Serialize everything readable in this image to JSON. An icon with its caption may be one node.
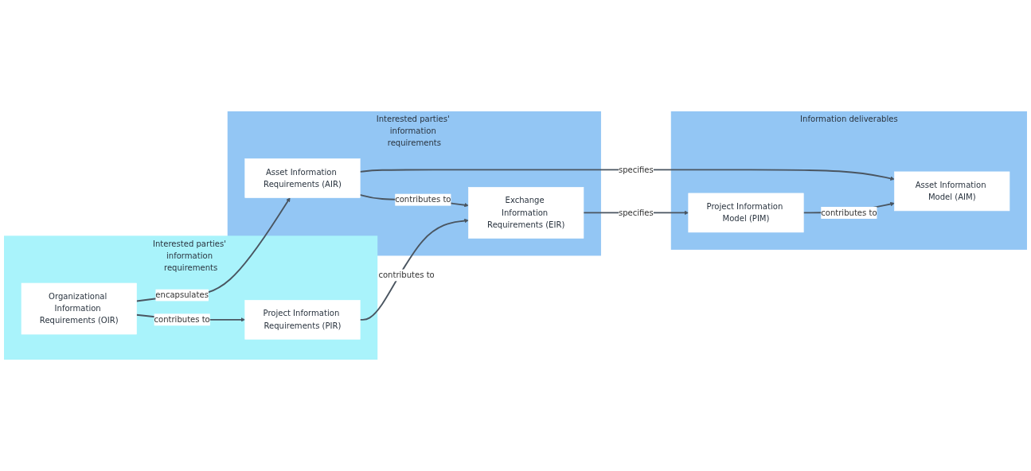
{
  "diagram": {
    "nodes": [
      {
        "text": [
          "Interested parties' information requirements"
        ]
      },
      {
        "text": [
          "Organizational Information Requirements (OIR)"
        ],
        "in": 0
      },
      {
        "text": [
          "Project Information Requirements (PIR)"
        ],
        "in": 0
      },
      {
        "text": [
          "Interested parties' information requirements"
        ]
      },
      {
        "text": [
          "Asset Information Requirements (AIR)"
        ],
        "in": 3
      },
      {
        "text": [
          "Exchange Information Requirements (EIR)"
        ],
        "in": 3
      },
      {
        "text": [
          "Information deliverables"
        ]
      },
      {
        "text": [
          "Asset Information Model (AIM)"
        ],
        "in": 6
      },
      {
        "text": [
          "Project Information Model (PIM)"
        ],
        "in": 6
      }
    ],
    "edges": [
      {
        "from": 1,
        "to": 4,
        "arrow": "to",
        "label": "encapsulates"
      },
      {
        "from": 1,
        "to": 2,
        "arrow": "to",
        "label": "contributes to"
      },
      {
        "from": 2,
        "to": 5,
        "arrow": "to",
        "label": "contributes to"
      },
      {
        "from": 4,
        "to": 7,
        "arrow": "to",
        "label": "specifies"
      },
      {
        "from": 4,
        "to": 5,
        "arrow": "to",
        "label": "contributes to"
      },
      {
        "from": 5,
        "to": 8,
        "arrow": "to",
        "label": "specifies"
      },
      {
        "from": 8,
        "to": 7,
        "arrow": "to",
        "label": "contributes to"
      }
    ]
  }
}
